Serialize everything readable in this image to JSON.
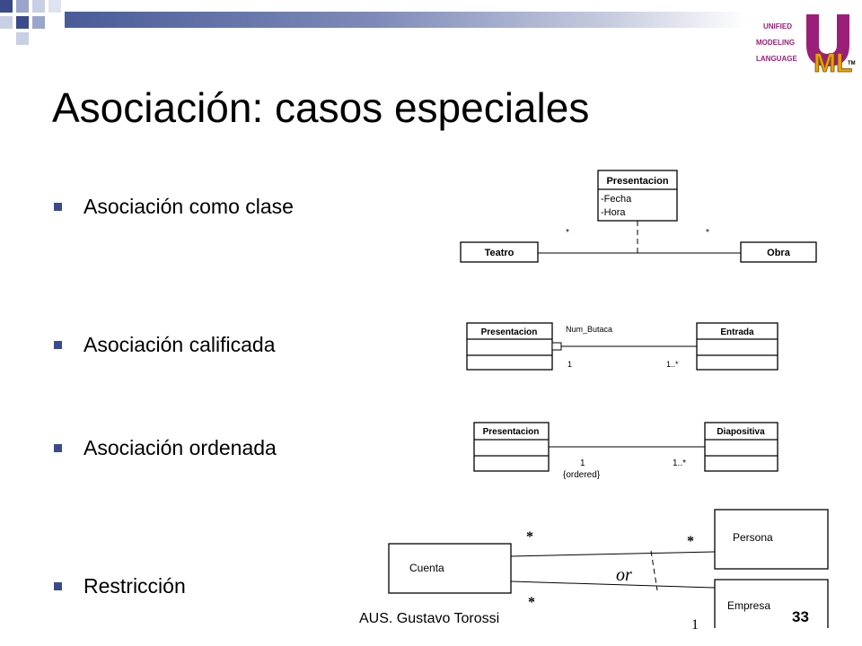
{
  "slide": {
    "title": "Asociación: casos especiales",
    "bullets": [
      "Asociación como clase",
      "Asociación calificada",
      "Asociación ordenada",
      "Restricción"
    ],
    "footer_author": "AUS. Gustavo Torossi",
    "footer_page": "33",
    "footer_marker": "1"
  },
  "logo": {
    "lines": [
      "UNIFIED",
      "MODELING",
      "LANGUAGE"
    ],
    "mark": "ML",
    "tm": "TM"
  },
  "diagram_class": {
    "assoc_class_name": "Presentacion",
    "attributes": [
      "-Fecha",
      "-Hora"
    ],
    "left_class": "Teatro",
    "right_class": "Obra",
    "left_mult": "*",
    "right_mult": "*"
  },
  "diagram_qualified": {
    "left_class": "Presentacion",
    "right_class": "Entrada",
    "qualifier": "Num_Butaca",
    "left_mult": "1",
    "right_mult": "1..*"
  },
  "diagram_ordered": {
    "left_class": "Presentacion",
    "right_class": "Diapositiva",
    "left_mult": "1",
    "right_mult": "1..*",
    "constraint": "{ordered}"
  },
  "diagram_restriction": {
    "left_class": "Cuenta",
    "top_class": "Persona",
    "bottom_class": "Empresa",
    "top_left_mult": "*",
    "top_right_mult": "*",
    "bottom_left_mult": "*",
    "constraint": "or"
  },
  "colors": {
    "accent": "#3b4a8a",
    "logo_magenta": "#9b1f78",
    "logo_yellow": "#e8a300"
  }
}
